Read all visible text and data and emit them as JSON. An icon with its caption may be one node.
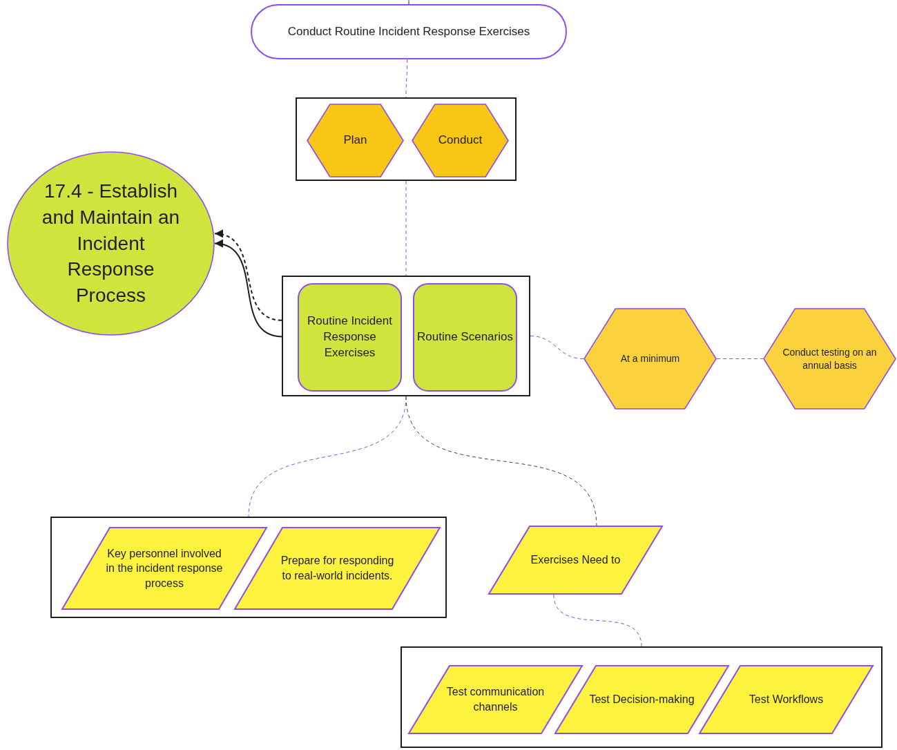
{
  "diagram": {
    "nodes": [
      {
        "text": [
          "Conduct Routine Incident Response Exercises"
        ]
      },
      {
        "text": [],
        "shape": "box"
      },
      {
        "text": [
          "Plan"
        ],
        "in": 1
      },
      {
        "text": [
          "Conduct"
        ],
        "in": 1
      },
      {
        "text": [
          "17.4 - Establish and Maintain an Incident Response Process"
        ]
      },
      {
        "text": [],
        "shape": "box"
      },
      {
        "text": [
          "Routine Incident Response Exercises"
        ],
        "in": 5
      },
      {
        "text": [
          "Routine Scenarios"
        ],
        "in": 5
      },
      {
        "text": [
          "At a minimum"
        ]
      },
      {
        "text": [
          "Conduct testing on an annual basis"
        ]
      },
      {
        "text": [],
        "shape": "box"
      },
      {
        "text": [
          "Key personnel involved in the incident response process"
        ],
        "in": 10
      },
      {
        "text": [
          "Prepare for responding to real-world incidents."
        ],
        "in": 10
      },
      {
        "text": [
          "Exercises Need to"
        ]
      },
      {
        "text": [],
        "shape": "box"
      },
      {
        "text": [
          "Test communication channels"
        ],
        "in": 14
      },
      {
        "text": [
          "Test Decision-making"
        ],
        "in": 14
      },
      {
        "text": [
          "Test Workflows"
        ],
        "in": 14
      }
    ],
    "edges": [
      {
        "from": null,
        "to": 0,
        "arrow": "none",
        "style": "dashed"
      },
      {
        "from": 0,
        "to": 1,
        "arrow": "none",
        "style": "dashed"
      },
      {
        "from": 1,
        "to": 5,
        "arrow": "none",
        "style": "dashed"
      },
      {
        "from": 5,
        "to": 4,
        "arrow": "to",
        "color": "#1e1e1e"
      },
      {
        "from": 5,
        "to": 4,
        "arrow": "to",
        "style": "dashed",
        "color": "#1e1e1e"
      },
      {
        "from": 5,
        "to": 8,
        "arrow": "none",
        "style": "dashed"
      },
      {
        "from": 8,
        "to": 9,
        "arrow": "none",
        "style": "dashed"
      },
      {
        "from": 5,
        "to": 10,
        "arrow": "none",
        "style": "dashed"
      },
      {
        "from": 5,
        "to": 13,
        "arrow": "none",
        "style": "dashed",
        "color": "#444444"
      },
      {
        "from": 13,
        "to": 14,
        "arrow": "none",
        "style": "dashed"
      }
    ]
  }
}
